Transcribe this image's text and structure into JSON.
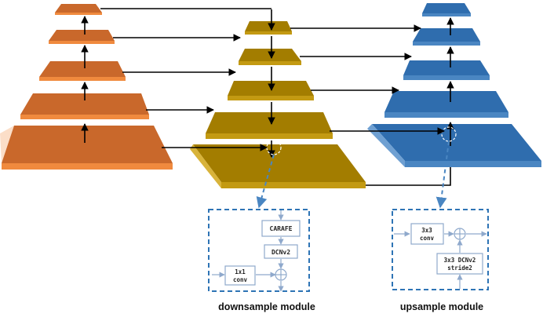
{
  "colors": {
    "orange": {
      "top": "#C9682B",
      "front": "#F08A3E",
      "side": "#F4A160"
    },
    "gold": {
      "top": "#A37D00",
      "front": "#C39A12",
      "side": "#D8B33A"
    },
    "blue": {
      "top": "#2F6DAE",
      "front": "#4A86C2",
      "side": "#6FA0D2"
    },
    "arrow": "#000000",
    "module_border": "#2E74B5",
    "module_inner": "#8FA9CC"
  },
  "downsample_module": {
    "caption": "downsample module",
    "carafe_label": "CARAFE",
    "dcnv2_label": "DCNv2",
    "conv1x1_line1": "1x1",
    "conv1x1_line2": "conv"
  },
  "upsample_module": {
    "caption": "upsample module",
    "conv3x3_line1": "3x3",
    "conv3x3_line2": "conv",
    "dcn_line1": "3x3 DCNv2",
    "dcn_line2": "stride2"
  }
}
